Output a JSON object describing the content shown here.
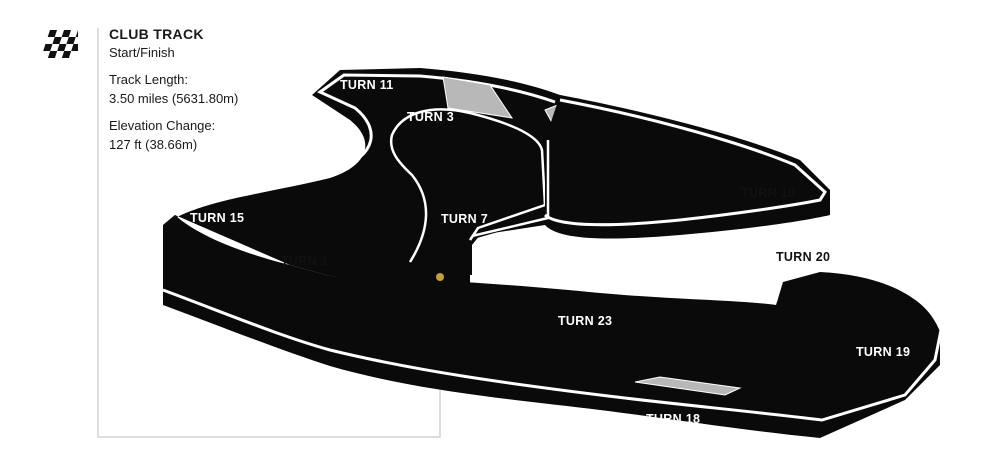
{
  "track": {
    "name": "CLUB TRACK",
    "start_finish": "Start/Finish",
    "length_label": "Track Length:",
    "length_value": "3.50 miles (5631.80m)",
    "elevation_label": "Elevation Change:",
    "elevation_value": "127 ft (38.66m)"
  },
  "turns": [
    "TURN 11",
    "TURN 3",
    "TURN 10",
    "TURN 15",
    "TURN 7",
    "TURN 1",
    "TURN 20",
    "TURN 23",
    "TURN 19",
    "TURN 18"
  ],
  "colors": {
    "track_wall": "#0a0a0a",
    "track_surface": "#ffffff",
    "bridge": "#b8b8b8",
    "marker": "#c7a132",
    "leader_line": "#bdbdbd"
  }
}
